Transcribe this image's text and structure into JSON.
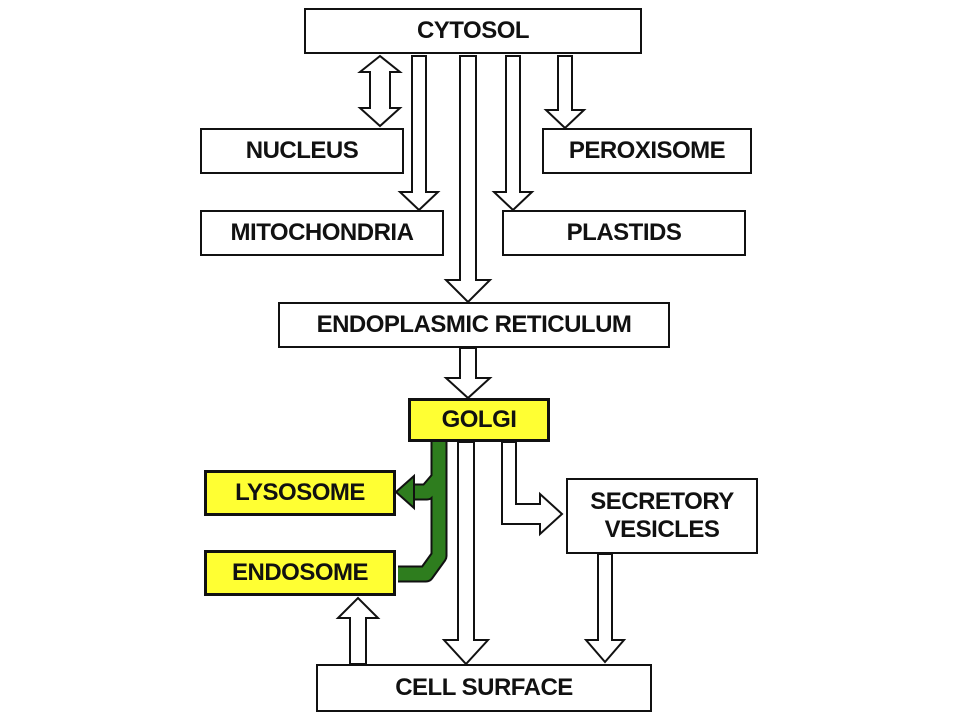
{
  "diagram": {
    "nodes": {
      "cytosol": "CYTOSOL",
      "nucleus": "NUCLEUS",
      "peroxisome": "PEROXISOME",
      "mitochondria": "MITOCHONDRIA",
      "plastids": "PLASTIDS",
      "er": "ENDOPLASMIC RETICULUM",
      "golgi": "GOLGI",
      "lysosome": "LYSOSOME",
      "secretory_line1": "SECRETORY",
      "secretory_line2": "VESICLES",
      "endosome": "ENDOSOME",
      "cell_surface": "CELL SURFACE"
    },
    "colors": {
      "highlight": "#ffff33",
      "green_pathway": "#2e7d1e",
      "stroke": "#111111"
    }
  }
}
